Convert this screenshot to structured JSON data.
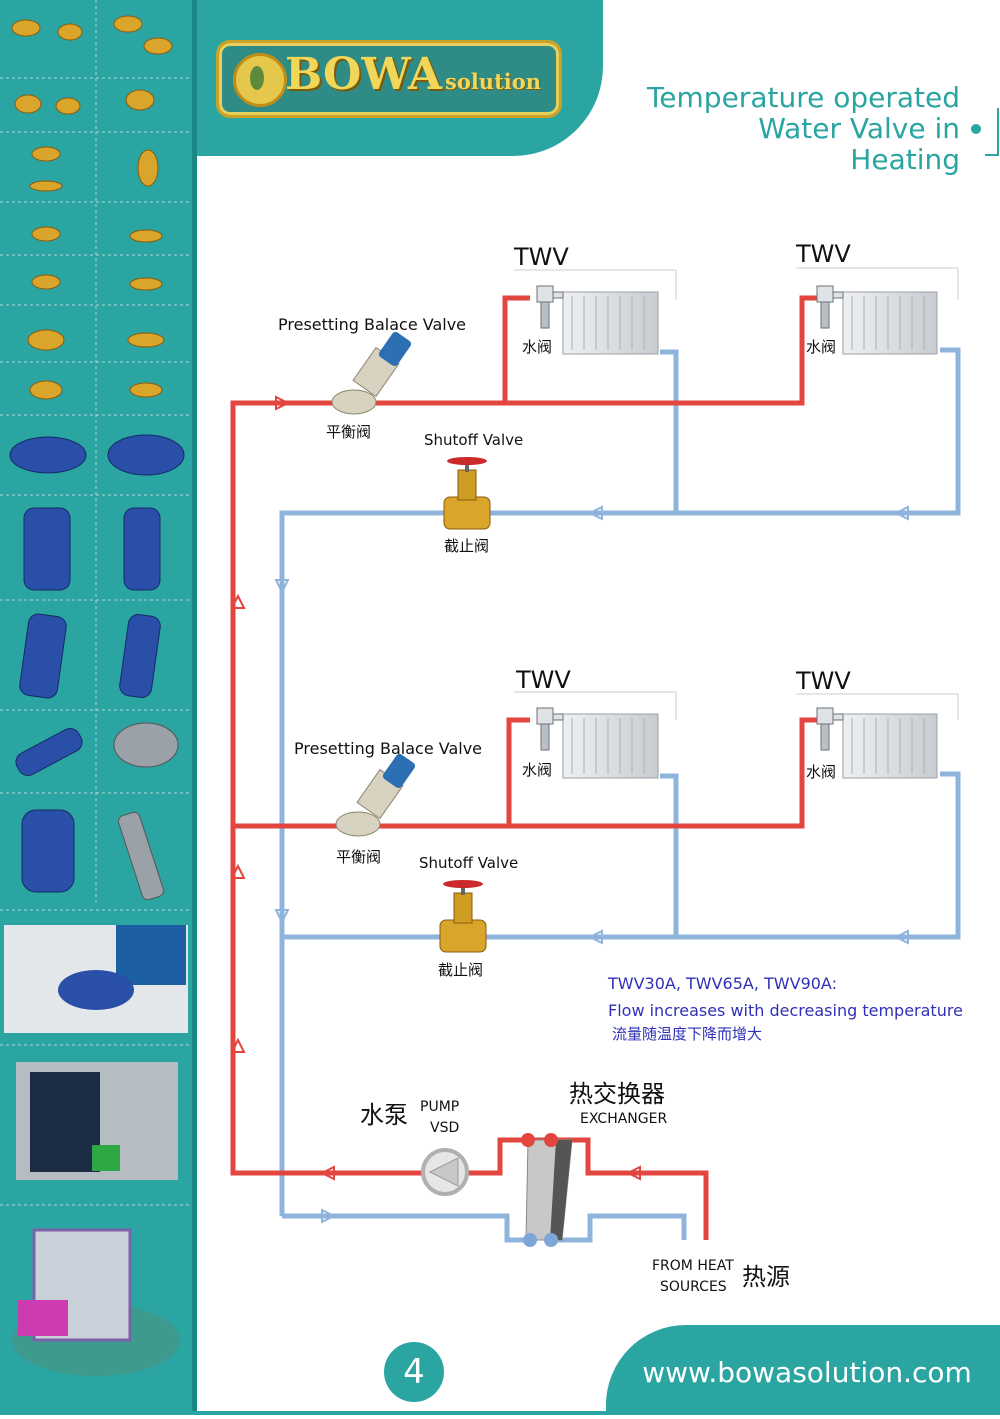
{
  "header": {
    "brand": "BOWA",
    "brand_sub": "solution",
    "title_line1": "Temperature operated",
    "title_line2": "Water Valve in Heating"
  },
  "diagram": {
    "twv_label": "TWV",
    "water_valve_cn": "水阀",
    "balance_valve_en": "Presetting Balace Valve",
    "balance_valve_cn": "平衡阀",
    "shutoff_valve_en": "Shutoff Valve",
    "shutoff_valve_cn": "截止阀",
    "note_models": "TWV30A, TWV65A, TWV90A:",
    "note_en": "Flow increases with decreasing temperature",
    "note_cn": "流量随温度下降而增大",
    "pump_cn": "水泵",
    "pump_en_1": "PUMP",
    "pump_en_2": "VSD",
    "exchanger_cn": "热交换器",
    "exchanger_en": "EXCHANGER",
    "source_en_1": "FROM HEAT",
    "source_en_2": "SOURCES",
    "source_cn": "热源",
    "colors": {
      "hot": "#e2463f",
      "cold": "#8fb4dc",
      "accent": "#2aa5a2",
      "note": "#3030b8"
    }
  },
  "footer": {
    "page_number": "4",
    "website": "www.bowasolution.com"
  }
}
